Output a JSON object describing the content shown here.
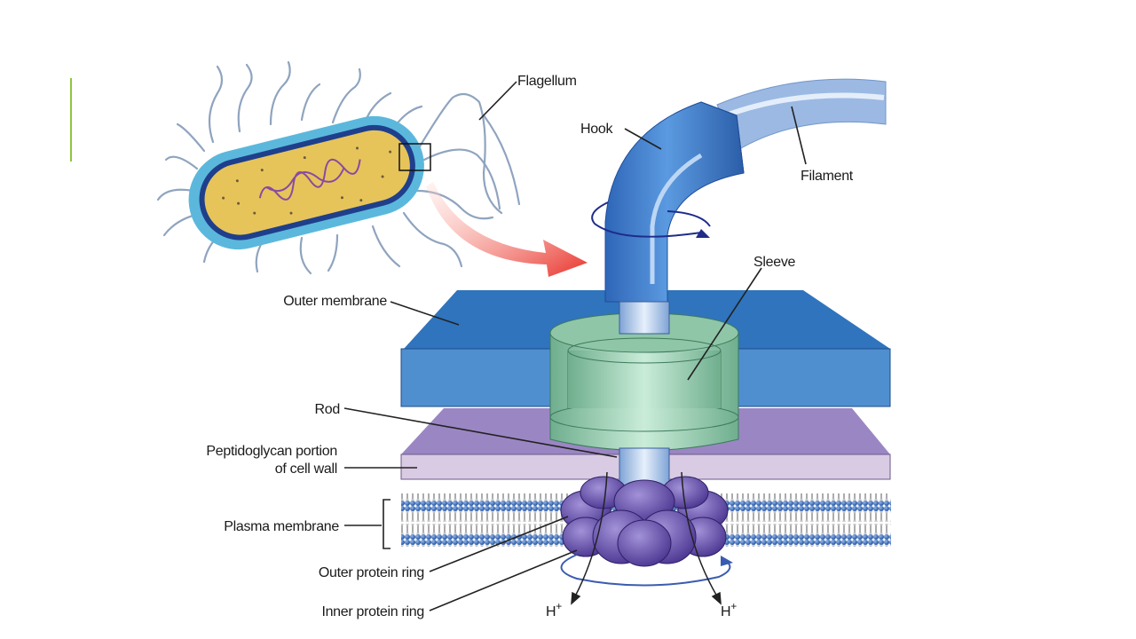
{
  "diagram": {
    "labels": {
      "flagellum": "Flagellum",
      "hook": "Hook",
      "filament": "Filament",
      "sleeve": "Sleeve",
      "outer_membrane": "Outer membrane",
      "rod": "Rod",
      "peptidoglycan_line1": "Peptidoglycan portion",
      "peptidoglycan_line2": "of cell wall",
      "plasma_membrane": "Plasma membrane",
      "outer_protein_ring": "Outer protein ring",
      "inner_protein_ring": "Inner protein ring",
      "proton_left": "H",
      "proton_right": "H",
      "proton_charge": "+"
    },
    "colors": {
      "accent_line": "#8dc63f",
      "hook": "#3f7fcf",
      "filament": "#a9c4e8",
      "outer_membrane": "#3a80c6",
      "sleeve": "#9fd0b4",
      "peptidoglycan": "#9b86c4",
      "protein_ring": "#6a55a8",
      "arrow": "#e8322a"
    }
  }
}
